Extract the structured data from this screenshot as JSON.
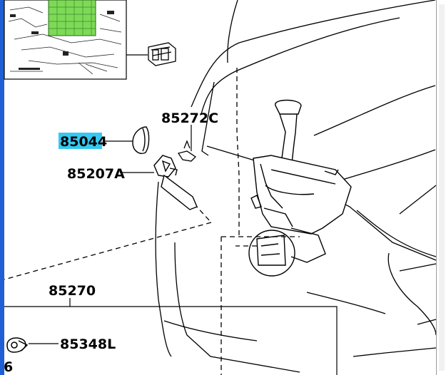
{
  "diagram": {
    "part_labels": [
      {
        "id": "85044",
        "text": "85044",
        "highlighted": true
      },
      {
        "id": "85272C",
        "text": "85272C",
        "highlighted": false
      },
      {
        "id": "85207A",
        "text": "85207A",
        "highlighted": false
      },
      {
        "id": "85270",
        "text": "85270",
        "highlighted": false
      },
      {
        "id": "85348L",
        "text": "85348L",
        "highlighted": false
      },
      {
        "id": "edge-6",
        "text": "6",
        "highlighted": false
      }
    ],
    "colors": {
      "highlight": "#35c8f0",
      "thumbnail_fill": "#7ed957",
      "side_strip": "#1f5fd6",
      "line": "#000000"
    }
  }
}
